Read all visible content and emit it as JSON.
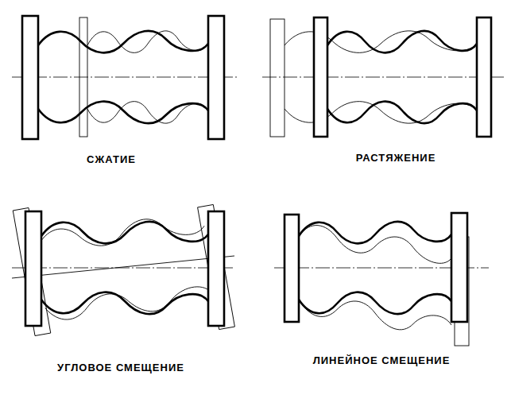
{
  "diagram": {
    "labels": [
      "СЖАТИЕ",
      "РАСТЯЖЕНИЕ",
      "УГЛОВОЕ СМЕЩЕНИЕ",
      "ЛИНЕЙНОЕ СМЕЩЕНИЕ"
    ]
  }
}
